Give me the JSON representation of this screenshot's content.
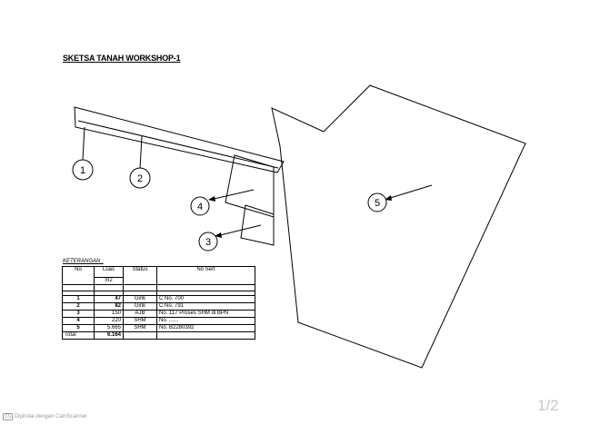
{
  "title": "SKETSA TANAH WORKSHOP-1",
  "markers": [
    "1",
    "2",
    "3",
    "4",
    "5"
  ],
  "legend": {
    "heading": "KETERANGAN :",
    "columns": {
      "no": "No",
      "luas_1": "Luas",
      "luas_2": "m2",
      "status": "Status",
      "sert": "No Sert"
    },
    "rows": [
      {
        "no": "1",
        "luas": "47",
        "status": "Girik",
        "sert": "C No. 700"
      },
      {
        "no": "2",
        "luas": "82",
        "status": "Girik",
        "sert": "C No. 791"
      },
      {
        "no": "3",
        "luas": "150",
        "status": "AJB",
        "sert": "No. 117 Proses SHM di BPN"
      },
      {
        "no": "4",
        "luas": "220",
        "status": "SHM",
        "sert": "No. ......"
      },
      {
        "no": "5",
        "luas": "5.665",
        "status": "SHM",
        "sert": "No. B2280392"
      }
    ],
    "total": {
      "label": "Total",
      "value": "6.164"
    }
  },
  "footer": {
    "badge": "CS",
    "text": "Dipindai dengan CamScanner"
  },
  "page_number": "1/2"
}
